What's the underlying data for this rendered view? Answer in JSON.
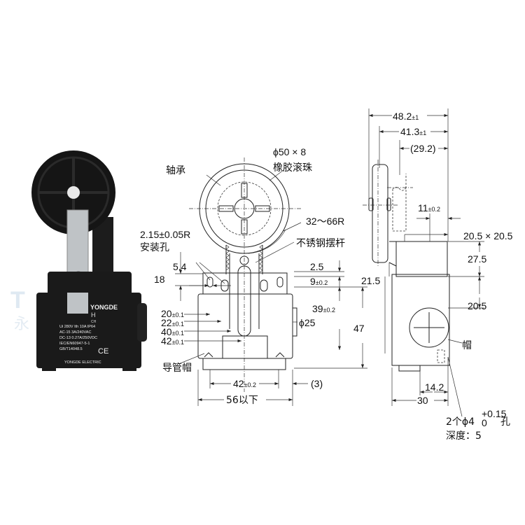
{
  "photo": {
    "brand": "YONGDE",
    "model_partial": "H",
    "model_suffix": "CH",
    "label_lines": [
      "Ui 280V  Ith 10A  IP64",
      "AC-15  3A/240VAC",
      "DC-13  0.27A/250VDC",
      "IEC/EN60947-5-1",
      "GB/T14048.5"
    ],
    "maker": "YONGDE   ELECTRIC",
    "watermark": "永"
  },
  "front_view": {
    "bearing": "轴承",
    "roller_dia": "ϕ50 × 8",
    "roller_name": "橡胶滚珠",
    "mount_radius": "2.15±0.05R",
    "mount_hole": "安装孔",
    "lever_range": "32～66R",
    "lever_name": "不锈钢摆杆",
    "d18": "18",
    "d5_4": "5.4",
    "d2_5": "2.5",
    "d9": {
      "main": "9",
      "tol": "±0.2"
    },
    "d20": {
      "main": "20",
      "tol": "±0.1"
    },
    "d22": {
      "main": "22",
      "tol": "±0.1"
    },
    "d40": {
      "main": "40",
      "tol": "±0.1"
    },
    "d42": {
      "main": "42",
      "tol": "±0.1"
    },
    "d39": {
      "main": "39",
      "tol": "±0.2"
    },
    "phi25": "ϕ25",
    "d47": "47",
    "conduit_cap": "导管帽",
    "w42": {
      "main": "42",
      "tol": "±0.2"
    },
    "w3": "(3)",
    "w56": "56以下"
  },
  "side_view": {
    "d48_2": {
      "main": "48.2",
      "tol": "±1"
    },
    "d41_3": {
      "main": "41.3",
      "tol": "±1"
    },
    "d29_2": "(29.2)",
    "d11": {
      "main": "11",
      "tol": "±0.2"
    },
    "d20_5x": "20.5 × 20.5",
    "d21_5": "21.5",
    "d27_5": "27.5",
    "d20_5": "20.5",
    "cap": "帽",
    "d14_2": "14.2",
    "d30": "30",
    "holes": {
      "prefix": "2个ϕ4",
      "upper": "+0.15",
      "lower": "0",
      "suffix": "孔"
    },
    "depth": "深度：5"
  }
}
